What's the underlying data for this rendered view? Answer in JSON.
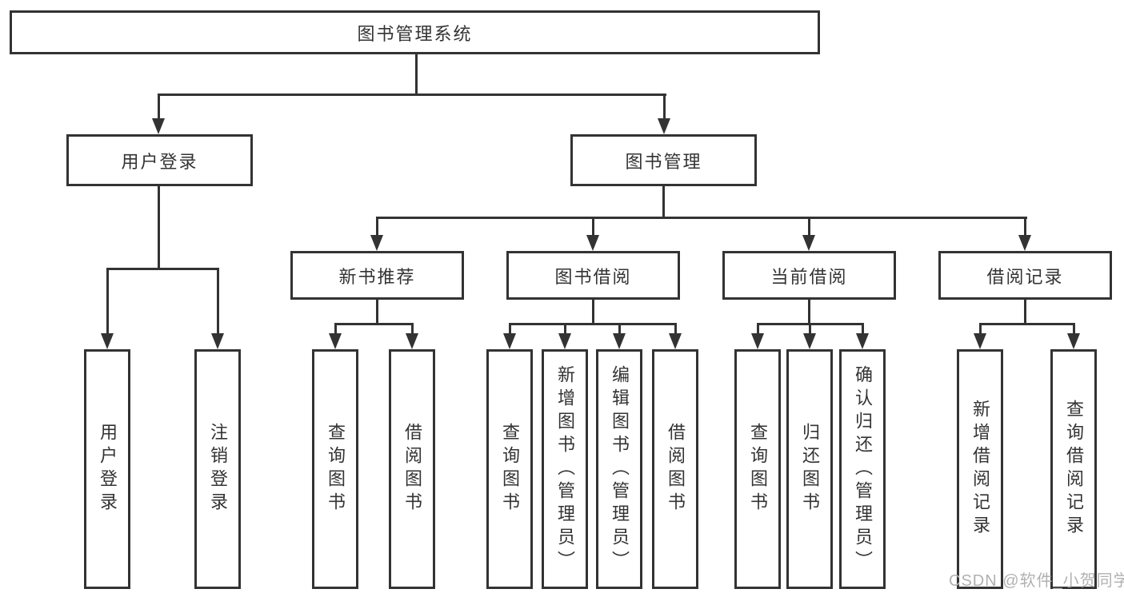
{
  "diagram": {
    "root": {
      "label": "图书管理系统"
    },
    "branches": [
      {
        "label": "用户登录",
        "children": [
          {
            "label": "用户登录"
          },
          {
            "label": "注销登录"
          }
        ]
      },
      {
        "label": "图书管理",
        "children": [
          {
            "label": "新书推荐",
            "children": [
              {
                "label": "查询图书"
              },
              {
                "label": "借阅图书"
              }
            ]
          },
          {
            "label": "图书借阅",
            "children": [
              {
                "label": "查询图书"
              },
              {
                "label": "新增图书（管理员）"
              },
              {
                "label": "编辑图书（管理员）"
              },
              {
                "label": "借阅图书"
              }
            ]
          },
          {
            "label": "当前借阅",
            "children": [
              {
                "label": "查询图书"
              },
              {
                "label": "归还图书"
              },
              {
                "label": "确认归还（管理员）"
              }
            ]
          },
          {
            "label": "借阅记录",
            "children": [
              {
                "label": "新增借阅记录"
              },
              {
                "label": "查询借阅记录"
              }
            ]
          }
        ]
      }
    ]
  },
  "watermark": "CSDN @软件_小贺同学",
  "colors": {
    "line": "#333333",
    "text": "#333333",
    "watermark": "#b1b1b1",
    "background": "#ffffff"
  }
}
